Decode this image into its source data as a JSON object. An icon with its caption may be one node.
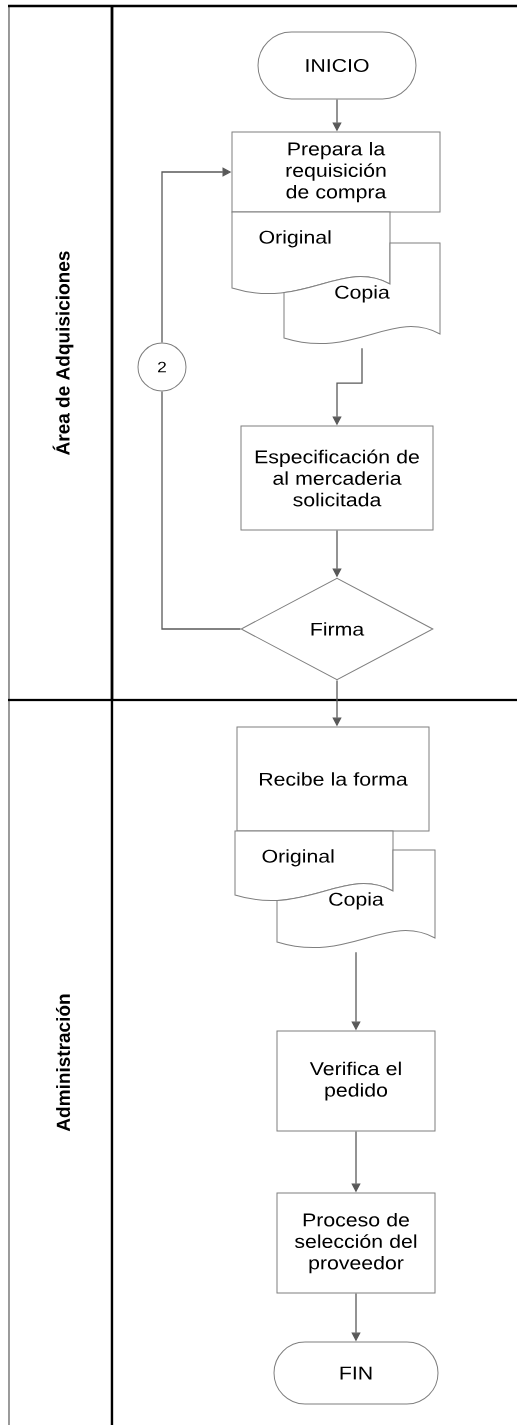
{
  "diagram": {
    "nodes": [
      {
        "text": [
          "Área de Adquisiciones"
        ]
      },
      {
        "text": [
          "Administración"
        ]
      },
      {
        "text": [
          "INICIO"
        ],
        "in": 0
      },
      {
        "text": [
          "Prepara la requisición de compra"
        ],
        "in": 0
      },
      {
        "text": [
          "Original"
        ],
        "in": 0
      },
      {
        "text": [
          "Copia"
        ],
        "in": 0
      },
      {
        "text": [
          "2"
        ],
        "in": 0
      },
      {
        "text": [
          "Especificación de al mercaderia solicitada"
        ],
        "in": 0
      },
      {
        "text": [
          "Firma"
        ],
        "in": 0
      },
      {
        "text": [
          "Recibe la forma"
        ],
        "in": 1
      },
      {
        "text": [
          "Original"
        ],
        "in": 1
      },
      {
        "text": [
          "Copia"
        ],
        "in": 1
      },
      {
        "text": [
          "Verifica el pedido"
        ],
        "in": 1
      },
      {
        "text": [
          "Proceso de selección del proveedor"
        ],
        "in": 1
      },
      {
        "text": [
          "FIN"
        ],
        "in": 1
      }
    ],
    "edges": [
      {
        "from": 2,
        "to": 3,
        "arrow": "to"
      },
      {
        "from": 5,
        "to": 7,
        "arrow": "to"
      },
      {
        "from": 7,
        "to": 8,
        "arrow": "to"
      },
      {
        "from": 8,
        "to": 6,
        "arrow": "none"
      },
      {
        "from": 6,
        "to": 3,
        "arrow": "to"
      },
      {
        "from": 8,
        "to": 9,
        "arrow": "to"
      },
      {
        "from": 11,
        "to": 12,
        "arrow": "to"
      },
      {
        "from": 12,
        "to": 13,
        "arrow": "to"
      },
      {
        "from": 13,
        "to": 14,
        "arrow": "to"
      }
    ]
  }
}
